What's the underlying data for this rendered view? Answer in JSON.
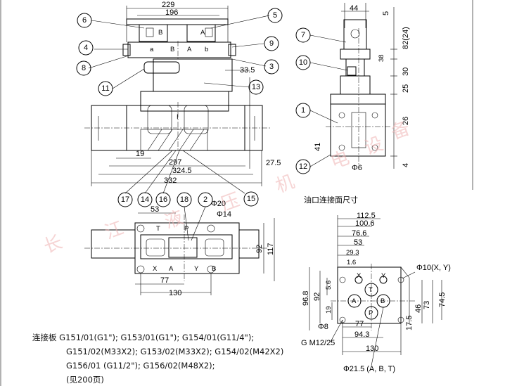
{
  "front_view": {
    "dims": [
      "229",
      "196",
      "33.5",
      "19",
      "297",
      "324.5",
      "332",
      "27.5"
    ],
    "port_letters": [
      "B",
      "A",
      "B",
      "A",
      "a",
      "b"
    ],
    "center_mark": "I"
  },
  "side_view": {
    "dims": [
      "44",
      "5",
      "82(24)",
      "38",
      "30",
      "25",
      "26",
      "41",
      "4"
    ],
    "hole_label": "Φ6"
  },
  "top_view": {
    "dims": [
      "53",
      "Φ20",
      "Φ14",
      "77",
      "130",
      "92",
      "117"
    ],
    "port_letters": [
      "T",
      "P",
      "X",
      "A",
      "Y",
      "B"
    ]
  },
  "port_face": {
    "title": "油口连接面尺寸",
    "dims": [
      "112.5",
      "100.6",
      "76.6",
      "53",
      "29.3",
      "1.6",
      "96.8",
      "92",
      "5.6",
      "19",
      "Φ8",
      "G M12/25",
      "77",
      "94.3",
      "130",
      "Φ10(X, Y)",
      "73",
      "46",
      "17.5",
      "74.5",
      "Φ21.5 (A, B, T)"
    ],
    "port_letters": [
      "X",
      "Y",
      "T",
      "P",
      "A",
      "B"
    ]
  },
  "balloons": [
    "6",
    "5",
    "4",
    "9",
    "8",
    "3",
    "11",
    "13",
    "7",
    "10",
    "1",
    "12",
    "17",
    "14",
    "16",
    "15",
    "18",
    "2"
  ],
  "watermark": [
    "长",
    "江",
    "液",
    "压",
    "机",
    "电",
    "设",
    "备"
  ],
  "notes": [
    "连接板 G151/01(G1\"); G153/01(G1\"); G154/01(G11/4\");",
    "G151/02(M33X2); G153/02(M33X2); G154/02(M42X2)",
    "G156/01 (G11/2\"); G156/02(M48X2);",
    "(见200页)"
  ]
}
